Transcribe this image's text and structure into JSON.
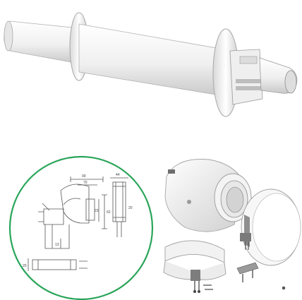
{
  "product_photo": {
    "subject": "flue-kit-horizontal-terminal",
    "colors": {
      "tube": "#f2f2f2",
      "shadow": "#bdbdbd",
      "outline": "#8a8a8a"
    }
  },
  "drawing": {
    "circle_color": "#2aa55a",
    "labels": {
      "top_a": "99",
      "top_b": "70",
      "side_a": "62",
      "side_b": "23",
      "right_a": "44",
      "right_b": "20",
      "bottom_a": "13",
      "bottom_b": "20"
    }
  },
  "parts_photo": {
    "subject": "elbow-adapter-and-clamps",
    "colors": {
      "white": "#f5f5f5",
      "steel": "#9a9a9a",
      "dark": "#5a5a5a"
    }
  }
}
